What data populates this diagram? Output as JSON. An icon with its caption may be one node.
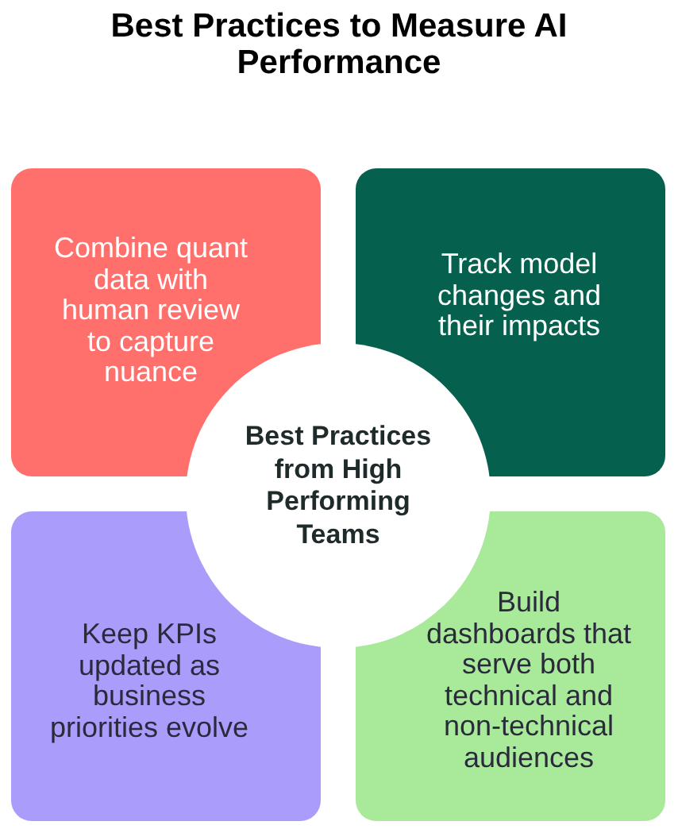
{
  "diagram": {
    "title": "Best Practices to Measure AI Performance",
    "nodes": [
      {
        "text": [
          "Combine quant data with human review to capture nuance"
        ]
      },
      {
        "text": [
          "Track model changes and their impacts"
        ]
      },
      {
        "text": [
          "Best Practices from High Performing Teams"
        ]
      },
      {
        "text": [
          "Keep KPIs updated as business priorities evolve"
        ]
      },
      {
        "text": [
          "Build dashboards that serve both technical and non-technical audiences"
        ]
      }
    ]
  }
}
